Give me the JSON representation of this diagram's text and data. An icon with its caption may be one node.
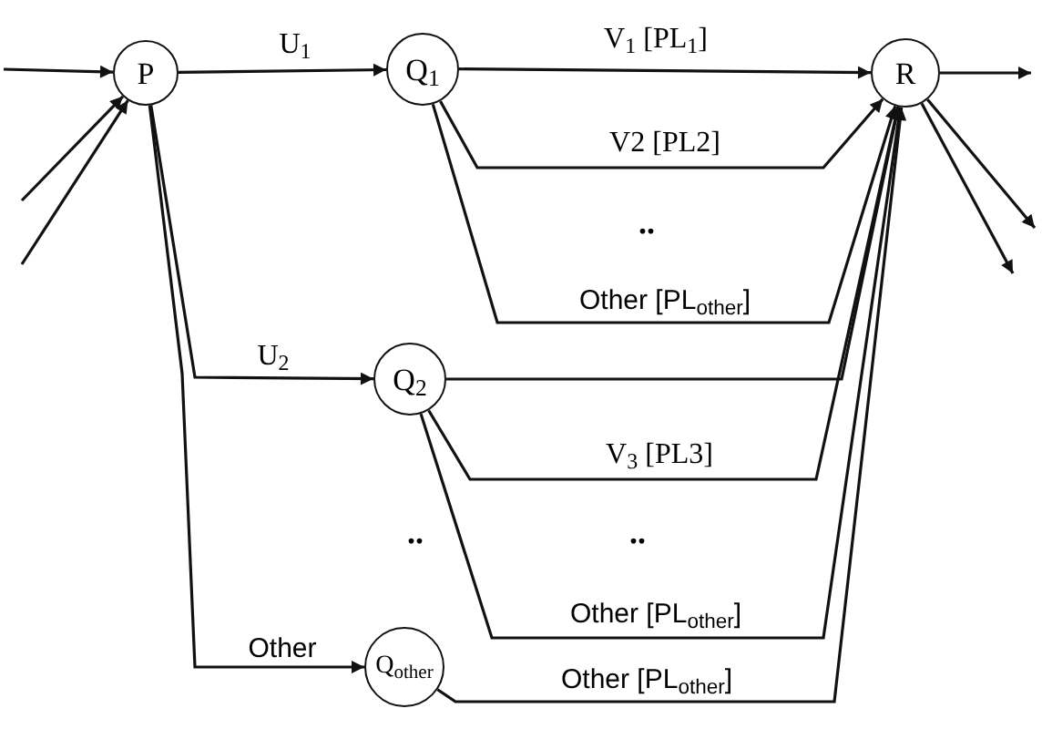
{
  "diagram": {
    "nodes": [
      {
        "text": [
          "P"
        ]
      },
      {
        "text": [
          "Q$_{1}$"
        ]
      },
      {
        "text": [
          "Q$_{2}$"
        ]
      },
      {
        "text": [
          "Q$_{other}$"
        ]
      },
      {
        "text": [
          "R"
        ]
      }
    ],
    "edges": [
      {
        "from": null,
        "to": 0,
        "arrow": "to"
      },
      {
        "from": null,
        "to": 0,
        "arrow": "to"
      },
      {
        "from": null,
        "to": 0,
        "arrow": "to"
      },
      {
        "from": 0,
        "to": 1,
        "arrow": "to",
        "label": "U$_{1}$"
      },
      {
        "from": 0,
        "to": 2,
        "arrow": "to",
        "label": "U$_{2}$"
      },
      {
        "from": 0,
        "to": 3,
        "arrow": "to",
        "label": "Other"
      },
      {
        "from": 1,
        "to": 4,
        "arrow": "to",
        "label": "V$_{1}$ [PL$_{1}$]"
      },
      {
        "from": 1,
        "to": 4,
        "arrow": "to",
        "label": "V2 [PL2]"
      },
      {
        "from": 1,
        "to": 4,
        "arrow": "to",
        "label": "Other [PL$_{other}$]"
      },
      {
        "from": 2,
        "to": 4,
        "arrow": "to"
      },
      {
        "from": 2,
        "to": 4,
        "arrow": "to",
        "label": "V$_{3}$ [PL3]"
      },
      {
        "from": 2,
        "to": 4,
        "arrow": "to",
        "label": "Other [PL$_{other}$]"
      },
      {
        "from": 3,
        "to": 4,
        "arrow": "to",
        "label": "Other [PL$_{other}$]"
      },
      {
        "from": 4,
        "to": null,
        "arrow": "to"
      },
      {
        "from": 4,
        "to": null,
        "arrow": "to"
      },
      {
        "from": 4,
        "to": null,
        "arrow": "to"
      }
    ],
    "labels": [
      "..",
      "..",
      ".."
    ]
  }
}
